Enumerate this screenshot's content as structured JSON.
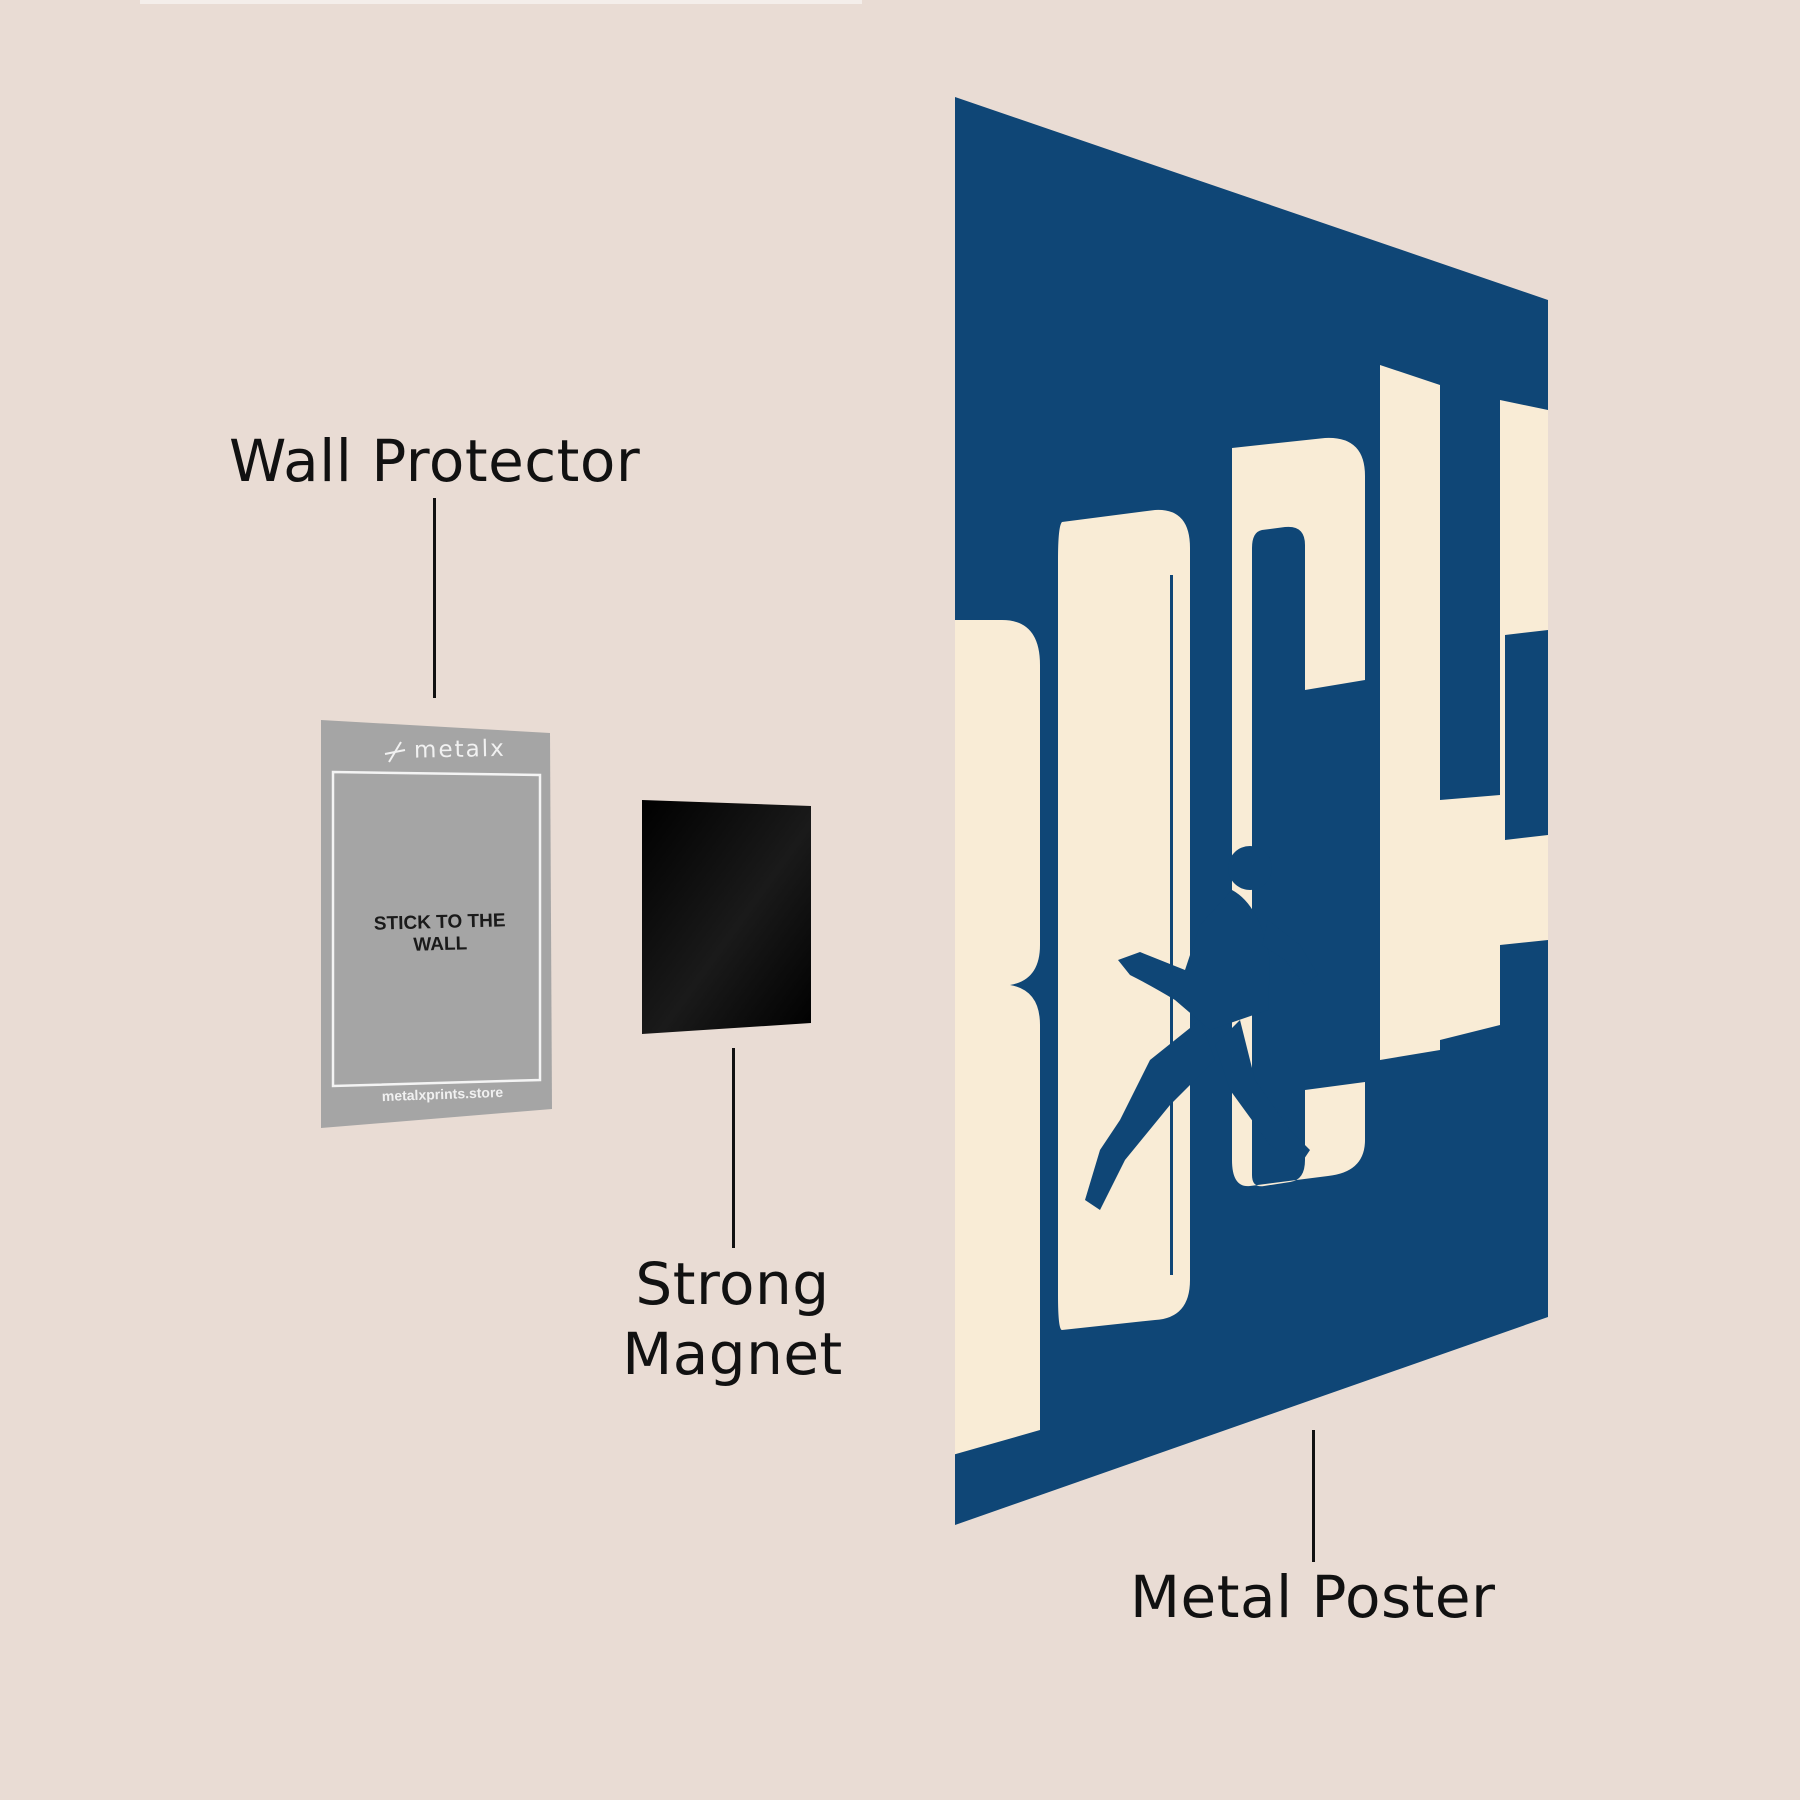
{
  "labels": {
    "wall_protector": "Wall Protector",
    "strong_magnet_line1": "Strong",
    "strong_magnet_line2": "Magnet",
    "metal_poster": "Metal Poster"
  },
  "protector": {
    "brand": "metalx",
    "caption": "STICK TO THE WALL",
    "url": "metalxprints.store"
  },
  "colors": {
    "background": "#e9dcd4",
    "poster_blue": "#0f4676",
    "poster_cream": "#f9ecd6",
    "protector_gray": "#a5a5a5",
    "magnet_black": "#050505"
  },
  "icons": {
    "protector_logo": "metalx-logo-icon"
  }
}
